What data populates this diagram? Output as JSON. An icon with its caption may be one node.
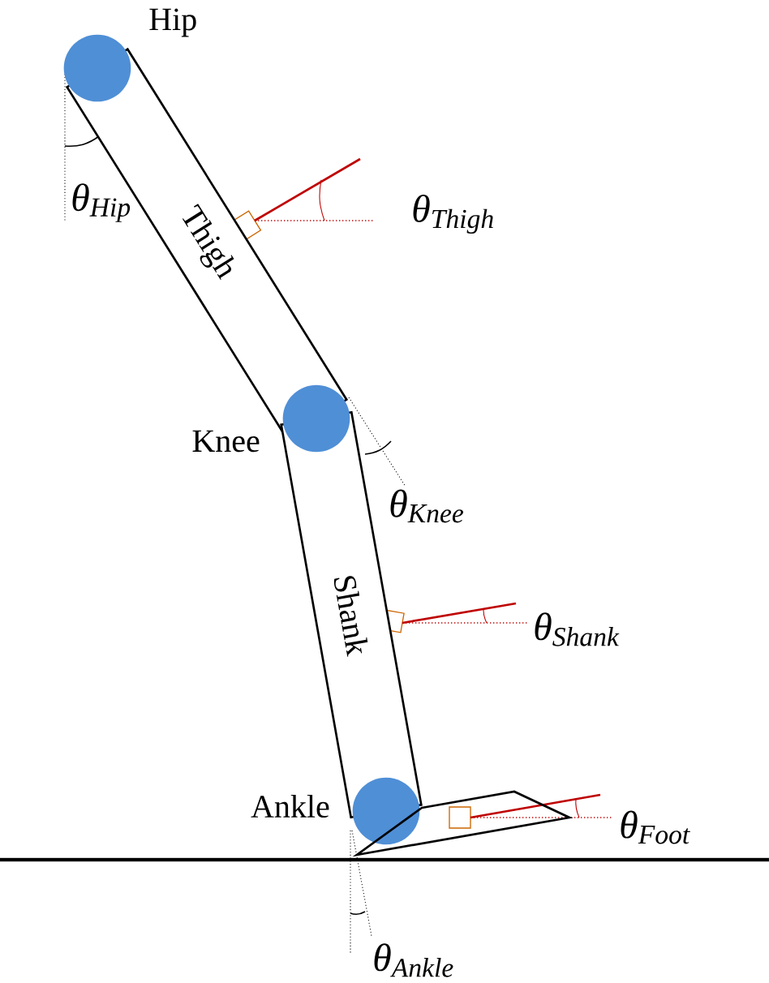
{
  "diagram": {
    "nodes": [
      {
        "text": [],
        "shape": "circle"
      },
      {
        "text": [
          "Thigh"
        ]
      },
      {
        "text": [],
        "shape": "circle"
      },
      {
        "text": [
          "Shank"
        ]
      },
      {
        "text": [],
        "shape": "circle"
      },
      {
        "text": [],
        "shape": "box"
      }
    ],
    "labels": [
      "Hip",
      "θ$_{Hip}$",
      "θ$_{Thigh}$",
      "Knee",
      "θ$_{Knee}$",
      "θ$_{Shank}$",
      "Ankle",
      "θ$_{Foot}$",
      "θ$_{Ankle}$"
    ]
  }
}
